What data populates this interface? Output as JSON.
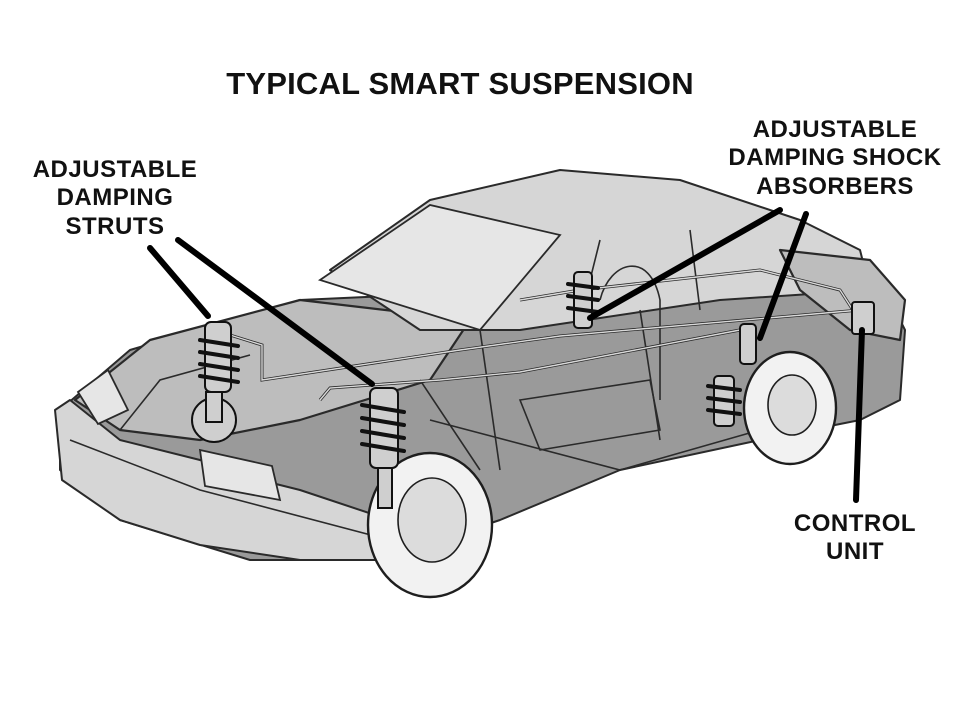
{
  "title": "TYPICAL SMART SUSPENSION",
  "labels": {
    "struts": [
      "ADJUSTABLE",
      "DAMPING",
      "STRUTS"
    ],
    "shocks": [
      "ADJUSTABLE",
      "DAMPING SHOCK",
      "ABSORBERS"
    ],
    "control": [
      "CONTROL",
      "UNIT"
    ]
  },
  "colors": {
    "body": "#bdbdbd",
    "outline": "#2a2a2a",
    "leader": "#000000",
    "background": "#ffffff"
  }
}
